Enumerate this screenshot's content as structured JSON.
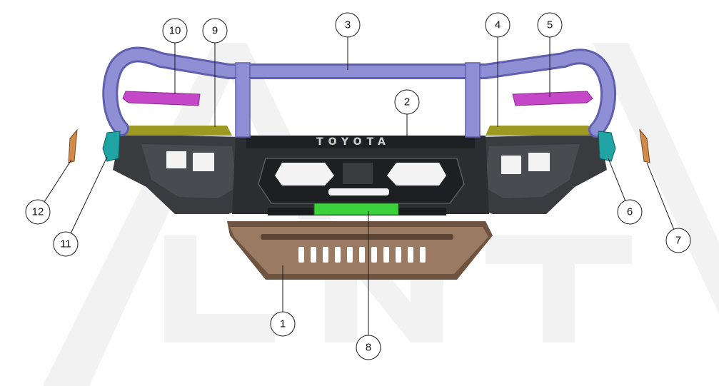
{
  "diagram": {
    "brand_text": "TOYOTA",
    "colors": {
      "background": "#ffffff",
      "watermark": "#f0f0f0",
      "bull_bar": "#8f8fd6",
      "bull_bar_dark": "#5f5fae",
      "bumper_body": "#3a3b3f",
      "bumper_dark": "#232427",
      "skid_plate": "#9a7a62",
      "skid_plate_dark": "#6e5341",
      "magenta_light": "#c447c8",
      "yellow_cover": "#9c9a22",
      "green_plate": "#3ad13a",
      "teal_cap": "#1fa3a3",
      "orange_marker": "#d08a4a"
    },
    "callouts": [
      {
        "number": "1"
      },
      {
        "number": "2"
      },
      {
        "number": "3"
      },
      {
        "number": "4"
      },
      {
        "number": "5"
      },
      {
        "number": "6"
      },
      {
        "number": "7"
      },
      {
        "number": "8"
      },
      {
        "number": "9"
      },
      {
        "number": "10"
      },
      {
        "number": "11"
      },
      {
        "number": "12"
      }
    ]
  }
}
